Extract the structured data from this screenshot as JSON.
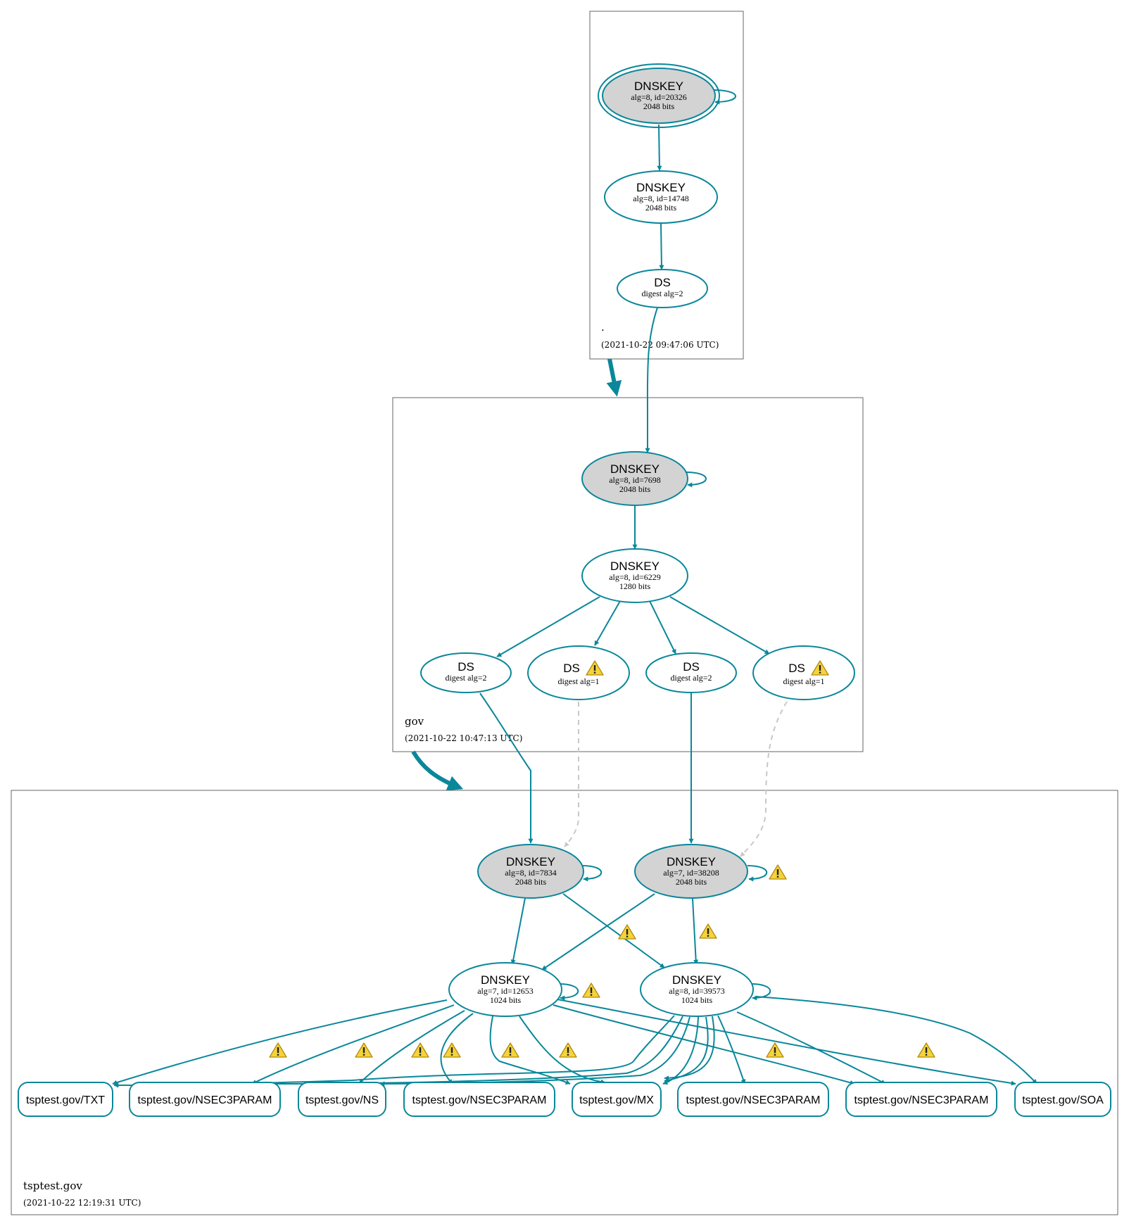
{
  "zones": [
    {
      "name": "root-zone",
      "label": ".",
      "timestamp": "(2021-10-22 09:47:06 UTC)"
    },
    {
      "name": "gov-zone",
      "label": "gov",
      "timestamp": "(2021-10-22 10:47:13 UTC)"
    },
    {
      "name": "tsptest-zone",
      "label": "tsptest.gov",
      "timestamp": "(2021-10-22 12:19:31 UTC)"
    }
  ],
  "nodes": {
    "root_ksk": {
      "title": "DNSKEY",
      "line1": "alg=8, id=20326",
      "line2": "2048 bits"
    },
    "root_zsk": {
      "title": "DNSKEY",
      "line1": "alg=8, id=14748",
      "line2": "2048 bits"
    },
    "root_ds": {
      "title": "DS",
      "line1": "digest alg=2"
    },
    "gov_ksk": {
      "title": "DNSKEY",
      "line1": "alg=8, id=7698",
      "line2": "2048 bits"
    },
    "gov_zsk": {
      "title": "DNSKEY",
      "line1": "alg=8, id=6229",
      "line2": "1280 bits"
    },
    "gov_ds1": {
      "title": "DS",
      "line1": "digest alg=2"
    },
    "gov_ds2": {
      "title": "DS",
      "line1": "digest alg=1"
    },
    "gov_ds3": {
      "title": "DS",
      "line1": "digest alg=2"
    },
    "gov_ds4": {
      "title": "DS",
      "line1": "digest alg=1"
    },
    "ts_ksk1": {
      "title": "DNSKEY",
      "line1": "alg=8, id=7834",
      "line2": "2048 bits"
    },
    "ts_ksk2": {
      "title": "DNSKEY",
      "line1": "alg=7, id=38208",
      "line2": "2048 bits"
    },
    "ts_zsk1": {
      "title": "DNSKEY",
      "line1": "alg=7, id=12653",
      "line2": "1024 bits"
    },
    "ts_zsk2": {
      "title": "DNSKEY",
      "line1": "alg=8, id=39573",
      "line2": "1024 bits"
    }
  },
  "rrsets": [
    "tsptest.gov/TXT",
    "tsptest.gov/NSEC3PARAM",
    "tsptest.gov/NS",
    "tsptest.gov/NSEC3PARAM",
    "tsptest.gov/MX",
    "tsptest.gov/NSEC3PARAM",
    "tsptest.gov/NSEC3PARAM",
    "tsptest.gov/SOA"
  ],
  "colors": {
    "edge": "#0a879a",
    "dashed_edge": "#c8c8c8",
    "key_fill": "#d3d3d3",
    "warning": "#f5d33a"
  },
  "icons": {
    "warning": "warning-icon"
  }
}
